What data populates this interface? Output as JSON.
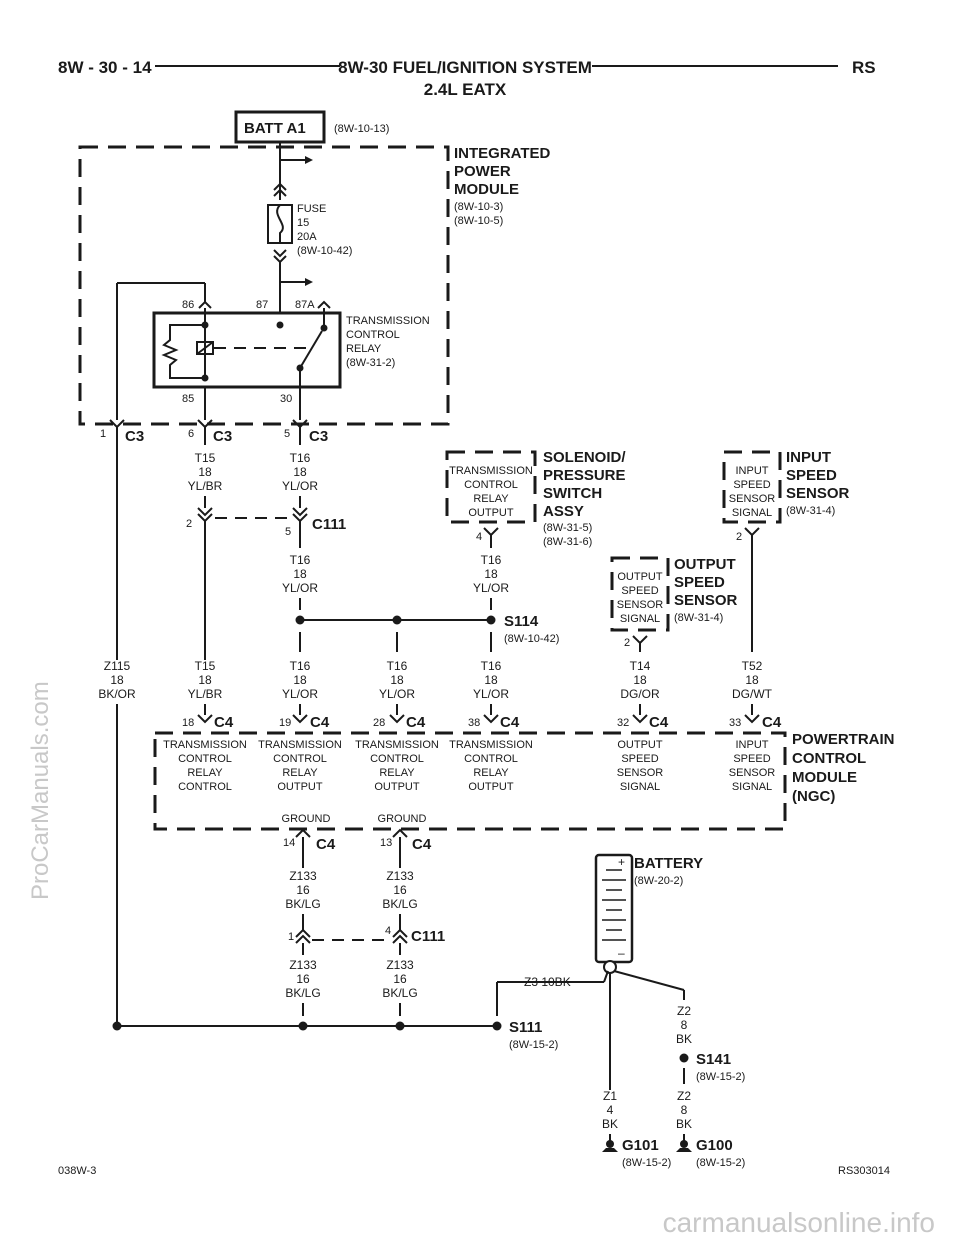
{
  "header": {
    "left": "8W - 30 - 14",
    "title": "8W-30 FUEL/IGNITION SYSTEM",
    "subtitle": "2.4L EATX",
    "right": "RS"
  },
  "footer": {
    "left": "038W-3",
    "right": "RS303014"
  },
  "watermark": {
    "side": "ProCarManuals.com",
    "bottom": "carmanualsonline.info"
  },
  "batt": {
    "label": "BATT A1",
    "ref": "(8W-10-13)"
  },
  "ipm": {
    "line1": "INTEGRATED",
    "line2": "POWER",
    "line3": "MODULE",
    "ref1": "(8W-10-3)",
    "ref2": "(8W-10-5)"
  },
  "fuse": {
    "l1": "FUSE",
    "l2": "15",
    "l3": "20A",
    "l4": "(8W-10-42)"
  },
  "relay": {
    "l1": "TRANSMISSION",
    "l2": "CONTROL",
    "l3": "RELAY",
    "l4": "(8W-31-2)",
    "p86": "86",
    "p87": "87",
    "p87a": "87A",
    "p85": "85",
    "p30": "30"
  },
  "c3": {
    "p1": "1",
    "p6": "6",
    "p5": "5",
    "name": "C3"
  },
  "w_t15a": {
    "c": "T15",
    "g": "18",
    "col": "YL/BR"
  },
  "w_t16a": {
    "c": "T16",
    "g": "18",
    "col": "YL/OR"
  },
  "c111a": {
    "p2": "2",
    "p5": "5",
    "name": "C111"
  },
  "w_t16b": {
    "c": "T16",
    "g": "18",
    "col": "YL/OR"
  },
  "solenoid": {
    "b1": "TRANSMISSION",
    "b2": "CONTROL",
    "b3": "RELAY",
    "b4": "OUTPUT",
    "n1": "SOLENOID/",
    "n2": "PRESSURE",
    "n3": "SWITCH",
    "n4": "ASSY",
    "r1": "(8W-31-5)",
    "r2": "(8W-31-6)",
    "pin": "4"
  },
  "w_t16c": {
    "c": "T16",
    "g": "18",
    "col": "YL/OR"
  },
  "iss": {
    "b1": "INPUT",
    "b2": "SPEED",
    "b3": "SENSOR",
    "b4": "SIGNAL",
    "n1": "INPUT",
    "n2": "SPEED",
    "n3": "SENSOR",
    "ref": "(8W-31-4)",
    "pin": "2"
  },
  "oss": {
    "b1": "OUTPUT",
    "b2": "SPEED",
    "b3": "SENSOR",
    "b4": "SIGNAL",
    "n1": "OUTPUT",
    "n2": "SPEED",
    "n3": "SENSOR",
    "ref": "(8W-31-4)",
    "pin": "2"
  },
  "s114": {
    "name": "S114",
    "ref": "(8W-10-42)"
  },
  "wires2": [
    {
      "c": "Z115",
      "g": "18",
      "col": "BK/OR"
    },
    {
      "c": "T15",
      "g": "18",
      "col": "YL/BR"
    },
    {
      "c": "T16",
      "g": "18",
      "col": "YL/OR"
    },
    {
      "c": "T16",
      "g": "18",
      "col": "YL/OR"
    },
    {
      "c": "T16",
      "g": "18",
      "col": "YL/OR"
    },
    {
      "c": "T14",
      "g": "18",
      "col": "DG/OR"
    },
    {
      "c": "T52",
      "g": "18",
      "col": "DG/WT"
    }
  ],
  "c4": [
    {
      "pin": "18",
      "name": "C4",
      "d1": "TRANSMISSION",
      "d2": "CONTROL",
      "d3": "RELAY",
      "d4": "CONTROL"
    },
    {
      "pin": "19",
      "name": "C4",
      "d1": "TRANSMISSION",
      "d2": "CONTROL",
      "d3": "RELAY",
      "d4": "OUTPUT"
    },
    {
      "pin": "28",
      "name": "C4",
      "d1": "TRANSMISSION",
      "d2": "CONTROL",
      "d3": "RELAY",
      "d4": "OUTPUT"
    },
    {
      "pin": "38",
      "name": "C4",
      "d1": "TRANSMISSION",
      "d2": "CONTROL",
      "d3": "RELAY",
      "d4": "OUTPUT"
    },
    {
      "pin": "32",
      "name": "C4",
      "d1": "OUTPUT",
      "d2": "SPEED",
      "d3": "SENSOR",
      "d4": "SIGNAL"
    },
    {
      "pin": "33",
      "name": "C4",
      "d1": "INPUT",
      "d2": "SPEED",
      "d3": "SENSOR",
      "d4": "SIGNAL"
    }
  ],
  "pcm": {
    "l1": "POWERTRAIN",
    "l2": "CONTROL",
    "l3": "MODULE",
    "l4": "(NGC)"
  },
  "gnd": [
    {
      "label": "GROUND",
      "pin": "14",
      "name": "C4"
    },
    {
      "label": "GROUND",
      "pin": "13",
      "name": "C4"
    }
  ],
  "z133": {
    "c": "Z133",
    "g": "16",
    "col": "BK/LG"
  },
  "c111b": {
    "p1": "1",
    "p4": "4",
    "name": "C111"
  },
  "battery": {
    "name": "BATTERY",
    "ref": "(8W-20-2)",
    "plus": "+",
    "minus": "–"
  },
  "z3": {
    "text": "Z3   10BK"
  },
  "s111": {
    "name": "S111",
    "ref": "(8W-15-2)"
  },
  "z2": {
    "c": "Z2",
    "g": "8",
    "col": "BK"
  },
  "s141": {
    "name": "S141",
    "ref": "(8W-15-2)"
  },
  "z1": {
    "c": "Z1",
    "g": "4",
    "col": "BK"
  },
  "g101": {
    "name": "G101",
    "ref": "(8W-15-2)"
  },
  "g100": {
    "name": "G100",
    "ref": "(8W-15-2)"
  }
}
